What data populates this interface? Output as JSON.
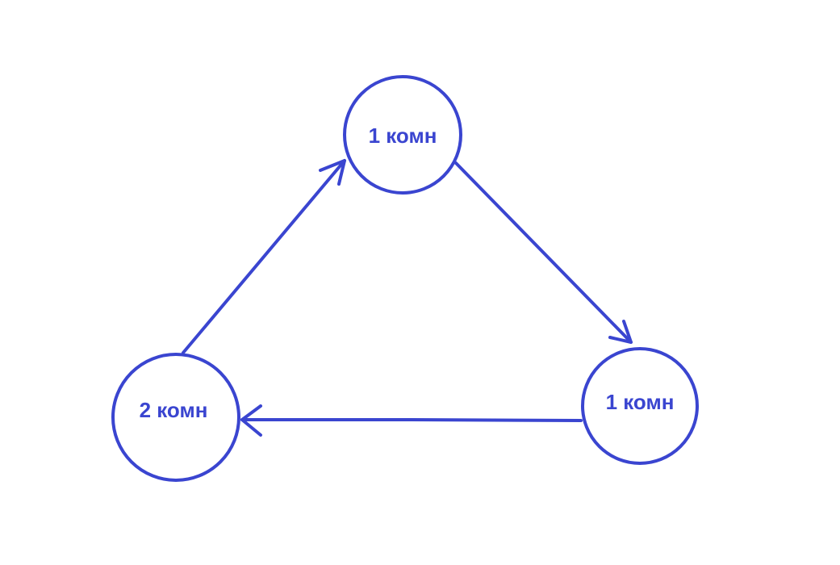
{
  "diagram": {
    "stroke_color": "#3a45d0",
    "text_color": "#3a45d0",
    "nodes": [
      {
        "id": "top",
        "label": "1 комн"
      },
      {
        "id": "right",
        "label": "1 комн"
      },
      {
        "id": "left",
        "label": "2 комн"
      }
    ],
    "edges": [
      {
        "from": "top",
        "to": "right"
      },
      {
        "from": "right",
        "to": "left"
      },
      {
        "from": "left",
        "to": "top"
      }
    ]
  }
}
